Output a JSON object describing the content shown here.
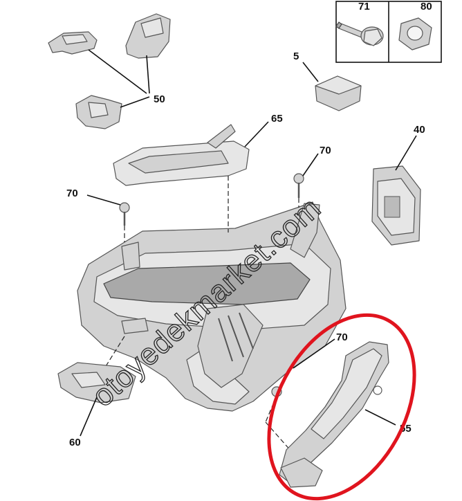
{
  "diagram": {
    "labels": {
      "part_71": "71",
      "part_80": "80",
      "part_5": "5",
      "part_40": "40",
      "part_50": "50",
      "part_65": "65",
      "part_70_a": "70",
      "part_70_b": "70",
      "part_70_c": "70",
      "part_60": "60",
      "part_55": "55"
    },
    "watermark": "otoyedekmarket.com",
    "highlight_color": "#e0141e"
  }
}
